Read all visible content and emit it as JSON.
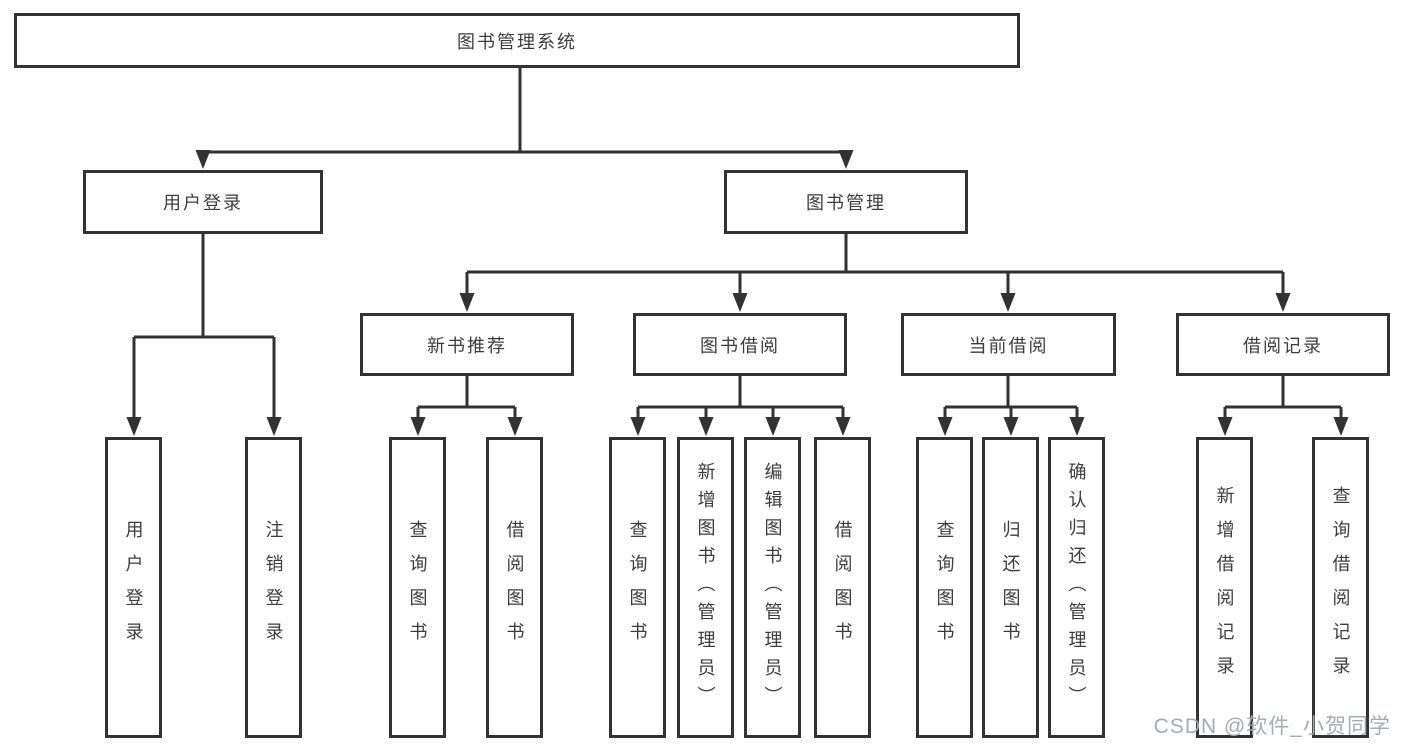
{
  "diagram": {
    "title": "图书管理系统",
    "root": "图书管理系统",
    "level2": {
      "user_login": "用户登录",
      "book_mgmt": "图书管理"
    },
    "level3": {
      "new_book_rec": "新书推荐",
      "book_borrow": "图书借阅",
      "current_borrow": "当前借阅",
      "borrow_records": "借阅记录"
    },
    "leaves": {
      "login_user_login": "用户登录",
      "login_logout": "注销登录",
      "rec_query_book": "查询图书",
      "rec_borrow_book": "借阅图书",
      "borrow_query_book": "查询图书",
      "borrow_add_book_admin": "新增图书（管理员）",
      "borrow_edit_book_admin": "编辑图书（管理员）",
      "borrow_borrow_book": "借阅图书",
      "current_query_book": "查询图书",
      "current_return_book": "归还图书",
      "current_confirm_return_admin": "确认归还（管理员）",
      "records_add_record": "新增借阅记录",
      "records_query_record": "查询借阅记录"
    }
  },
  "watermark": "CSDN @软件_小贺同学",
  "colors": {
    "line": "#323232",
    "box_border": "#323232",
    "box_bg": "#ffffff",
    "text": "#3d3d3d",
    "watermark": "#a2a7ac"
  }
}
